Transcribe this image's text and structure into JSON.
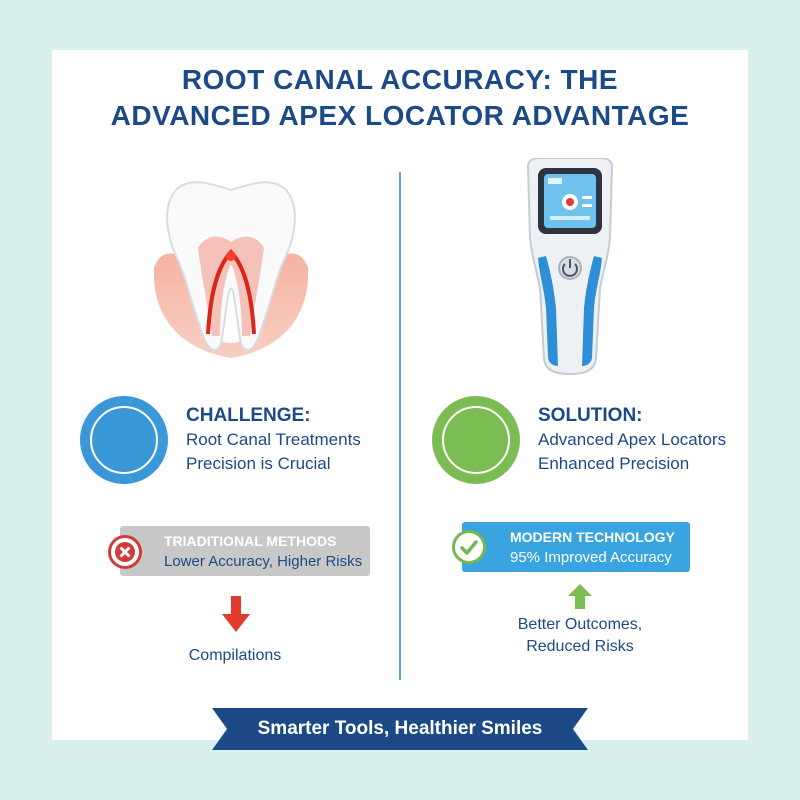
{
  "title": {
    "line1": "ROOT CANAL ACCURACY: THE",
    "line2": "ADVANCED APEX LOCATOR ADVANTAGE"
  },
  "challenge": {
    "heading": "CHALLENGE:",
    "line1": "Root Canal Treatments",
    "line2": "Precision is Crucial",
    "banner_title": "TRIADITIONAL METHODS",
    "banner_text": "Lower Accuracy, Higher Risks",
    "outcome": "Compilations"
  },
  "solution": {
    "heading": "SOLUTION:",
    "line1": "Advanced Apex Locators",
    "line2": "Enhanced Precision",
    "banner_title": "MODERN TECHNOLOGY",
    "banner_text": "95% Improved Accuracy",
    "outcome_line1": "Better Outcomes,",
    "outcome_line2": "Reduced Risks"
  },
  "footer": {
    "tagline": "Smarter Tools, Healthier Smiles"
  },
  "colors": {
    "navy": "#1c4a87",
    "blue": "#3b98d8",
    "green": "#7bbd52",
    "red": "#d33a3a",
    "background": "#d9f0ef"
  },
  "icons": [
    "tooth-icon",
    "apex-locator-device-icon",
    "x-mark-icon",
    "check-mark-icon",
    "arrow-down-icon",
    "arrow-up-icon"
  ]
}
